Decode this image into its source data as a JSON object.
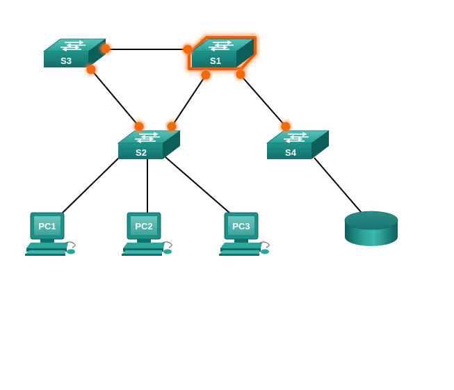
{
  "diagram": {
    "switches": [
      {
        "id": "s3",
        "label": "S3",
        "highlighted": false
      },
      {
        "id": "s1",
        "label": "S1",
        "highlighted": true
      },
      {
        "id": "s2",
        "label": "S2",
        "highlighted": false
      },
      {
        "id": "s4",
        "label": "S4",
        "highlighted": false
      }
    ],
    "pcs": [
      {
        "id": "pc1",
        "label": "PC1"
      },
      {
        "id": "pc2",
        "label": "PC2"
      },
      {
        "id": "pc3",
        "label": "PC3"
      }
    ],
    "server": {
      "id": "server",
      "icon": "server-cylinder-icon"
    },
    "colors": {
      "device_teal": "#1b8f88",
      "device_teal_light": "#3fb3ab",
      "device_teal_dark": "#0f6b66",
      "highlight_orange": "#f26a1b",
      "port_dot": "#f26a0c",
      "link": "#000000"
    }
  }
}
